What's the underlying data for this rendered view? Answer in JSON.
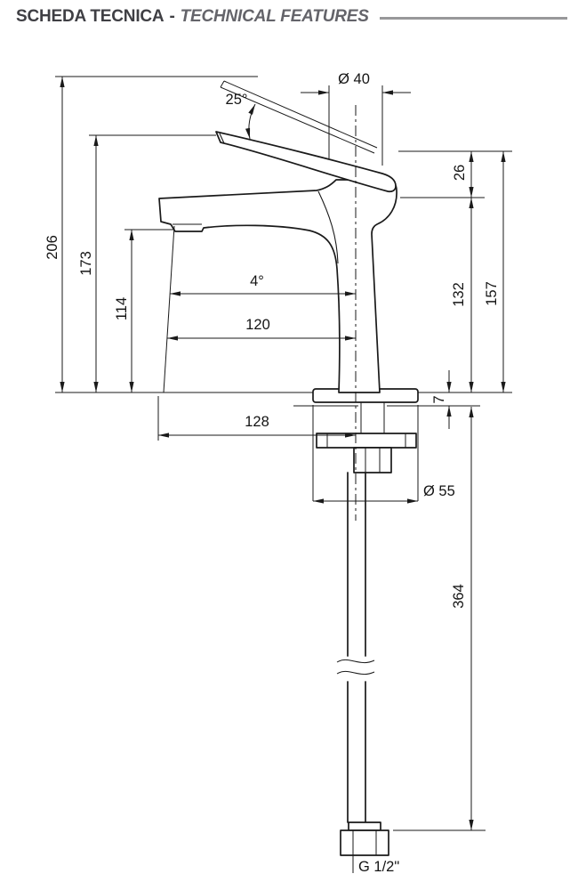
{
  "header": {
    "title_left": "SCHEDA TECNICA",
    "dash": "-",
    "title_right": "TECHNICAL FEATURES"
  },
  "colors": {
    "line": "#1a1a1a",
    "header_text": "#3f3f44",
    "header_accent": "#64646a",
    "rule": "#98989a"
  },
  "drawing": {
    "subject": "single-lever basin mixer side elevation",
    "dims": {
      "angle_lever": "25°",
      "dia_top": "Ø 40",
      "h26": "26",
      "h206": "206",
      "h173": "173",
      "h114": "114",
      "angle_spout": "4°",
      "w120": "120",
      "h132": "132",
      "h157": "157",
      "t7": "7",
      "w128": "128",
      "dia_base": "Ø 55",
      "l364": "364",
      "thread": "G 1/2\""
    }
  }
}
